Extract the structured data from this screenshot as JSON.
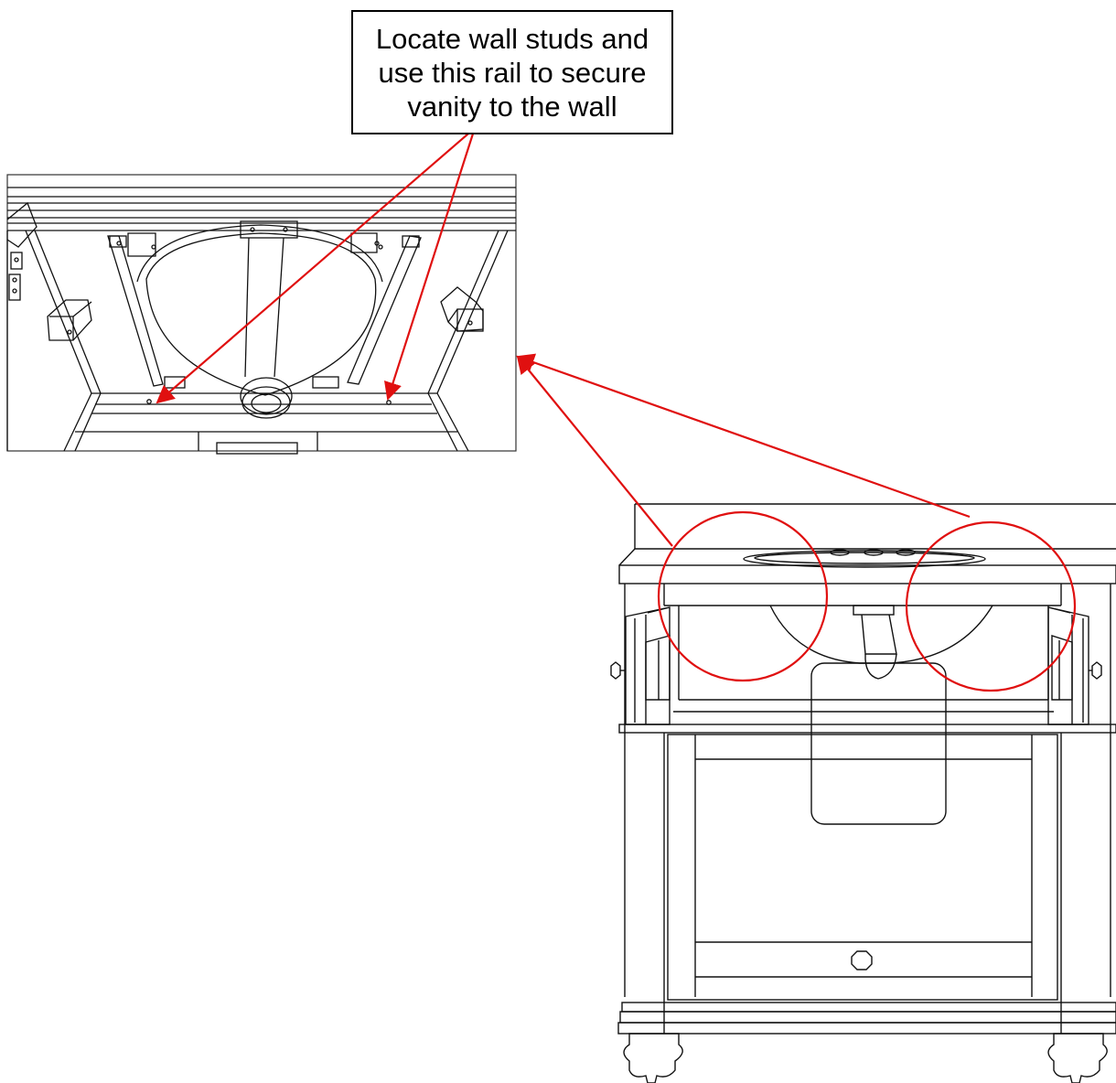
{
  "callout": {
    "lines": [
      "Locate wall studs and",
      "use this rail to secure",
      "vanity to the wall"
    ]
  },
  "colors": {
    "annotation": "#e01010",
    "linework": "#111111",
    "background": "#ffffff"
  },
  "icons": {
    "knob": "octagon-knob-icon",
    "screw": "screw-hole-icon"
  }
}
